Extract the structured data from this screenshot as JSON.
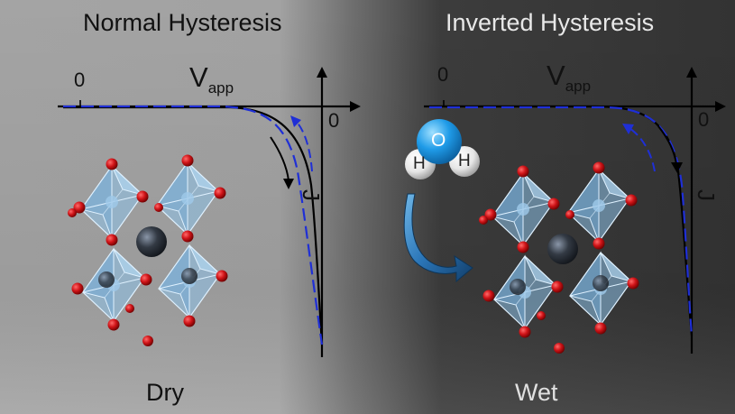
{
  "panels": {
    "left": {
      "title": "Normal Hysteresis",
      "caption": "Dry"
    },
    "right": {
      "title": "Inverted Hysteresis",
      "caption": "Wet"
    }
  },
  "axes": {
    "voltage_label": "V",
    "voltage_subscript": "app",
    "current_label": "J",
    "zero": "0"
  },
  "molecule": {
    "oxygen": "O",
    "hydrogen": "H"
  },
  "colors": {
    "sweep_forward": "#000000",
    "sweep_reverse": "#1f2fd6",
    "octahedron": "#8ec3ea",
    "anion": "#c40f12",
    "cation": "#2a2f36",
    "water_oxygen": "#2aa6f0",
    "background_dry": "#a8a8a8",
    "background_wet": "#3a3a3a"
  }
}
